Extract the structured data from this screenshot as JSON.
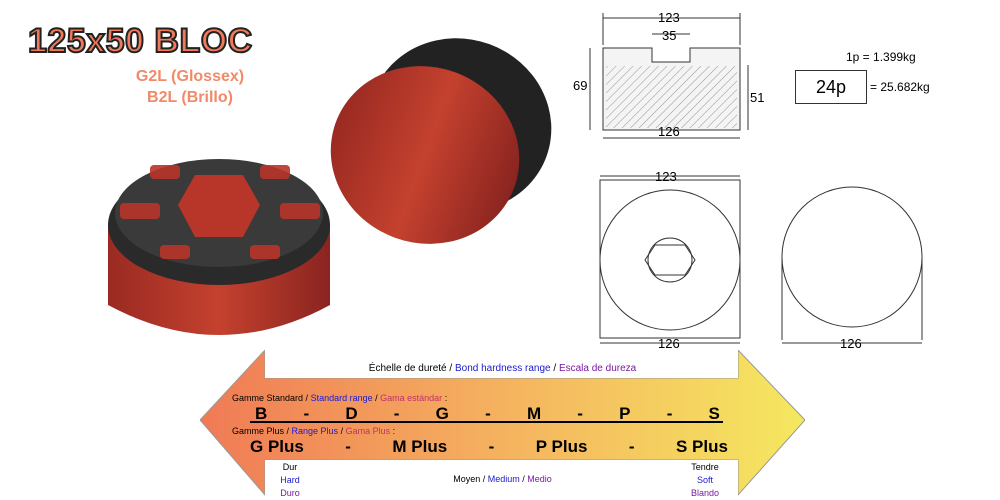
{
  "header": {
    "title": "125x50 BLOC",
    "subtitle_1": "G2L (Glossex)",
    "subtitle_2": "B2L (Brillo)"
  },
  "drawings": {
    "section": {
      "top_width": "123",
      "slot_width": "35",
      "height_total": "69",
      "height_body": "51",
      "bottom_width": "126"
    },
    "top_view": {
      "top_width": "123",
      "bottom_width": "126"
    },
    "round_view": {
      "bottom_width": "126"
    }
  },
  "weight": {
    "unit_label": "1p = 1.399kg",
    "pack_count": "24p",
    "pack_weight": "= 25.682kg"
  },
  "scale": {
    "title_fr": "Échelle de dureté",
    "title_en": "Bond hardness range",
    "title_es": "Escala de dureza",
    "sep": "/",
    "standard_fr": "Gamme Standard",
    "standard_en": "Standard range",
    "standard_es": "Gama estándar",
    "colon": ":",
    "standard_grades": [
      "B",
      "-",
      "D",
      "-",
      "G",
      "-",
      "M",
      "-",
      "P",
      "-",
      "S"
    ],
    "plus_fr": "Gamme Plus",
    "plus_en": "Range Plus",
    "plus_es": "Gama Plus",
    "plus_grades": [
      "G Plus",
      "-",
      "M Plus",
      "-",
      "P Plus",
      "-",
      "S Plus"
    ],
    "hard_fr": "Dur",
    "hard_en": "Hard",
    "hard_es": "Duro",
    "medium_fr": "Moyen",
    "medium_en": "Medium",
    "medium_es": "Medio",
    "soft_fr": "Tendre",
    "soft_en": "Soft",
    "soft_es": "Blando"
  },
  "colors": {
    "brick": "#b8352a",
    "title": "#f07a5a",
    "arrow_left": "#f07a55",
    "arrow_right": "#f5e860"
  }
}
